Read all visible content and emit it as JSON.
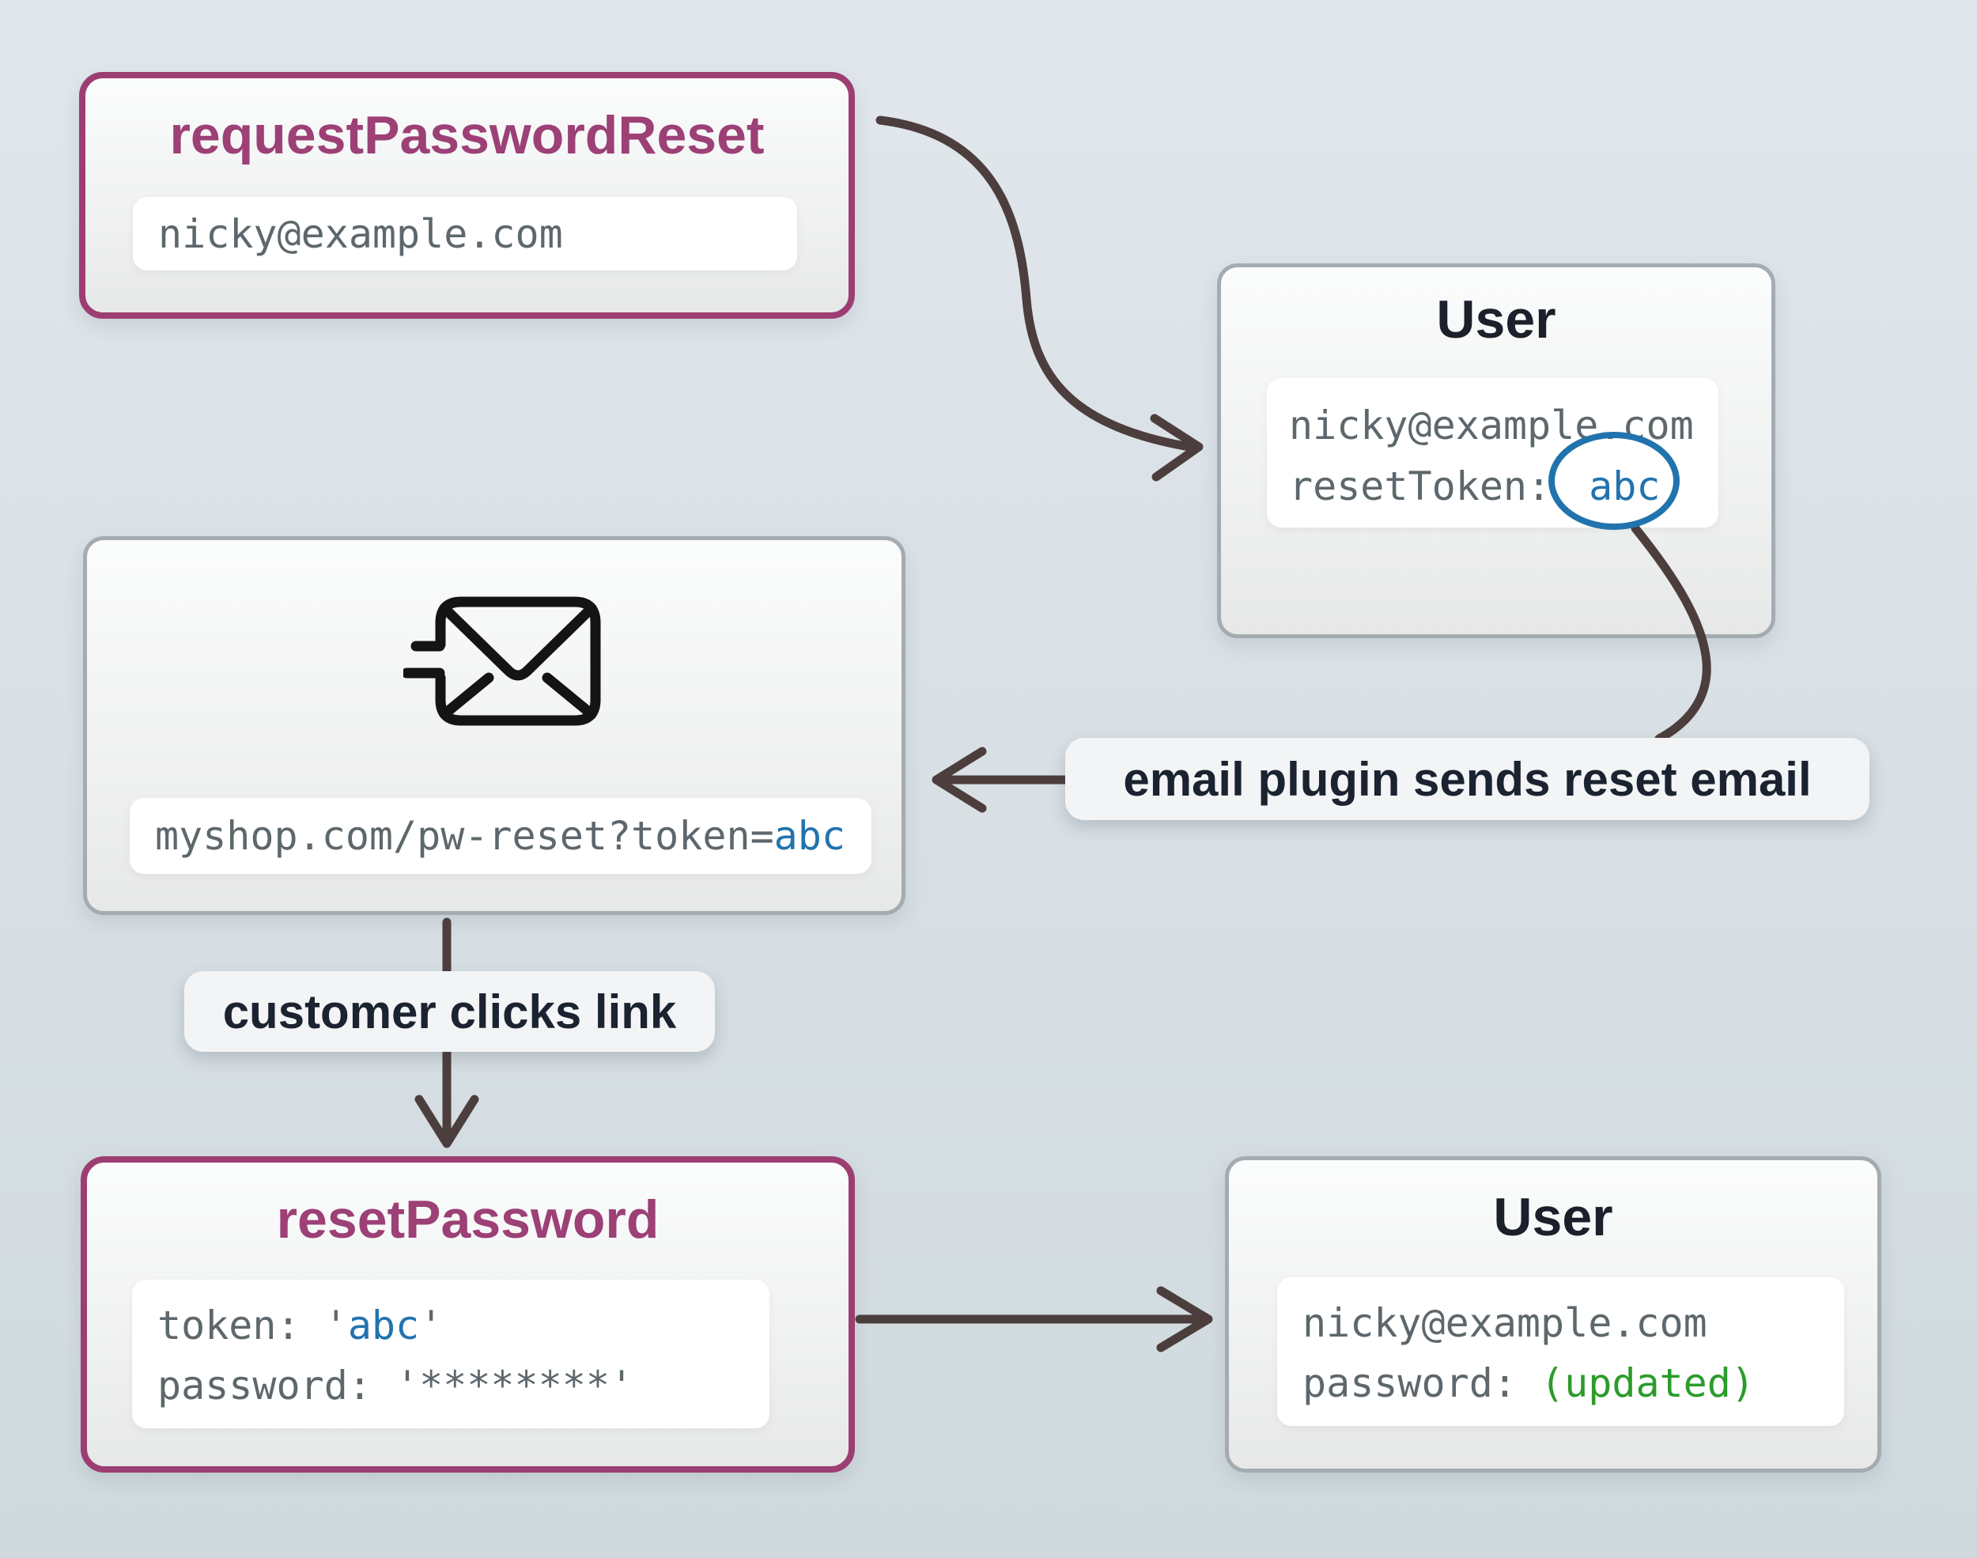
{
  "palette": {
    "background_top": "#e1e7ec",
    "background_bottom": "#d0dade",
    "accent_purple": "#9c3e72",
    "title_purple": "#9c4076",
    "title_dark": "#1b202b",
    "box_border_gray": "#a4acb1",
    "mono_gray": "#5d676c",
    "token_blue": "#2173ae",
    "updated_green": "#2b9c2a",
    "arrow_dark": "#4c3e3d",
    "label_text": "#1b2330",
    "envelope_black": "#141414"
  },
  "icons": {
    "fast_email": "envelope-with-motion-lines"
  },
  "nodes": {
    "request": {
      "title": "requestPasswordReset",
      "email": "nicky@example.com"
    },
    "user_top": {
      "title": "User",
      "email": "nicky@example.com",
      "reset_token_label": "resetToken:",
      "reset_token_value": "abc"
    },
    "email": {
      "url_prefix": "myshop.com/pw-reset?token=",
      "url_token": "abc"
    },
    "reset": {
      "title": "resetPassword",
      "token_prefix": "token: '",
      "token_value": "abc",
      "token_suffix": "'",
      "password_line": "password: '********'"
    },
    "user_bottom": {
      "title": "User",
      "email": "nicky@example.com",
      "password_label": "password: ",
      "password_value": "(updated)"
    }
  },
  "labels": {
    "email_plugin": "email plugin sends reset email",
    "customer_clicks": "customer clicks link"
  }
}
